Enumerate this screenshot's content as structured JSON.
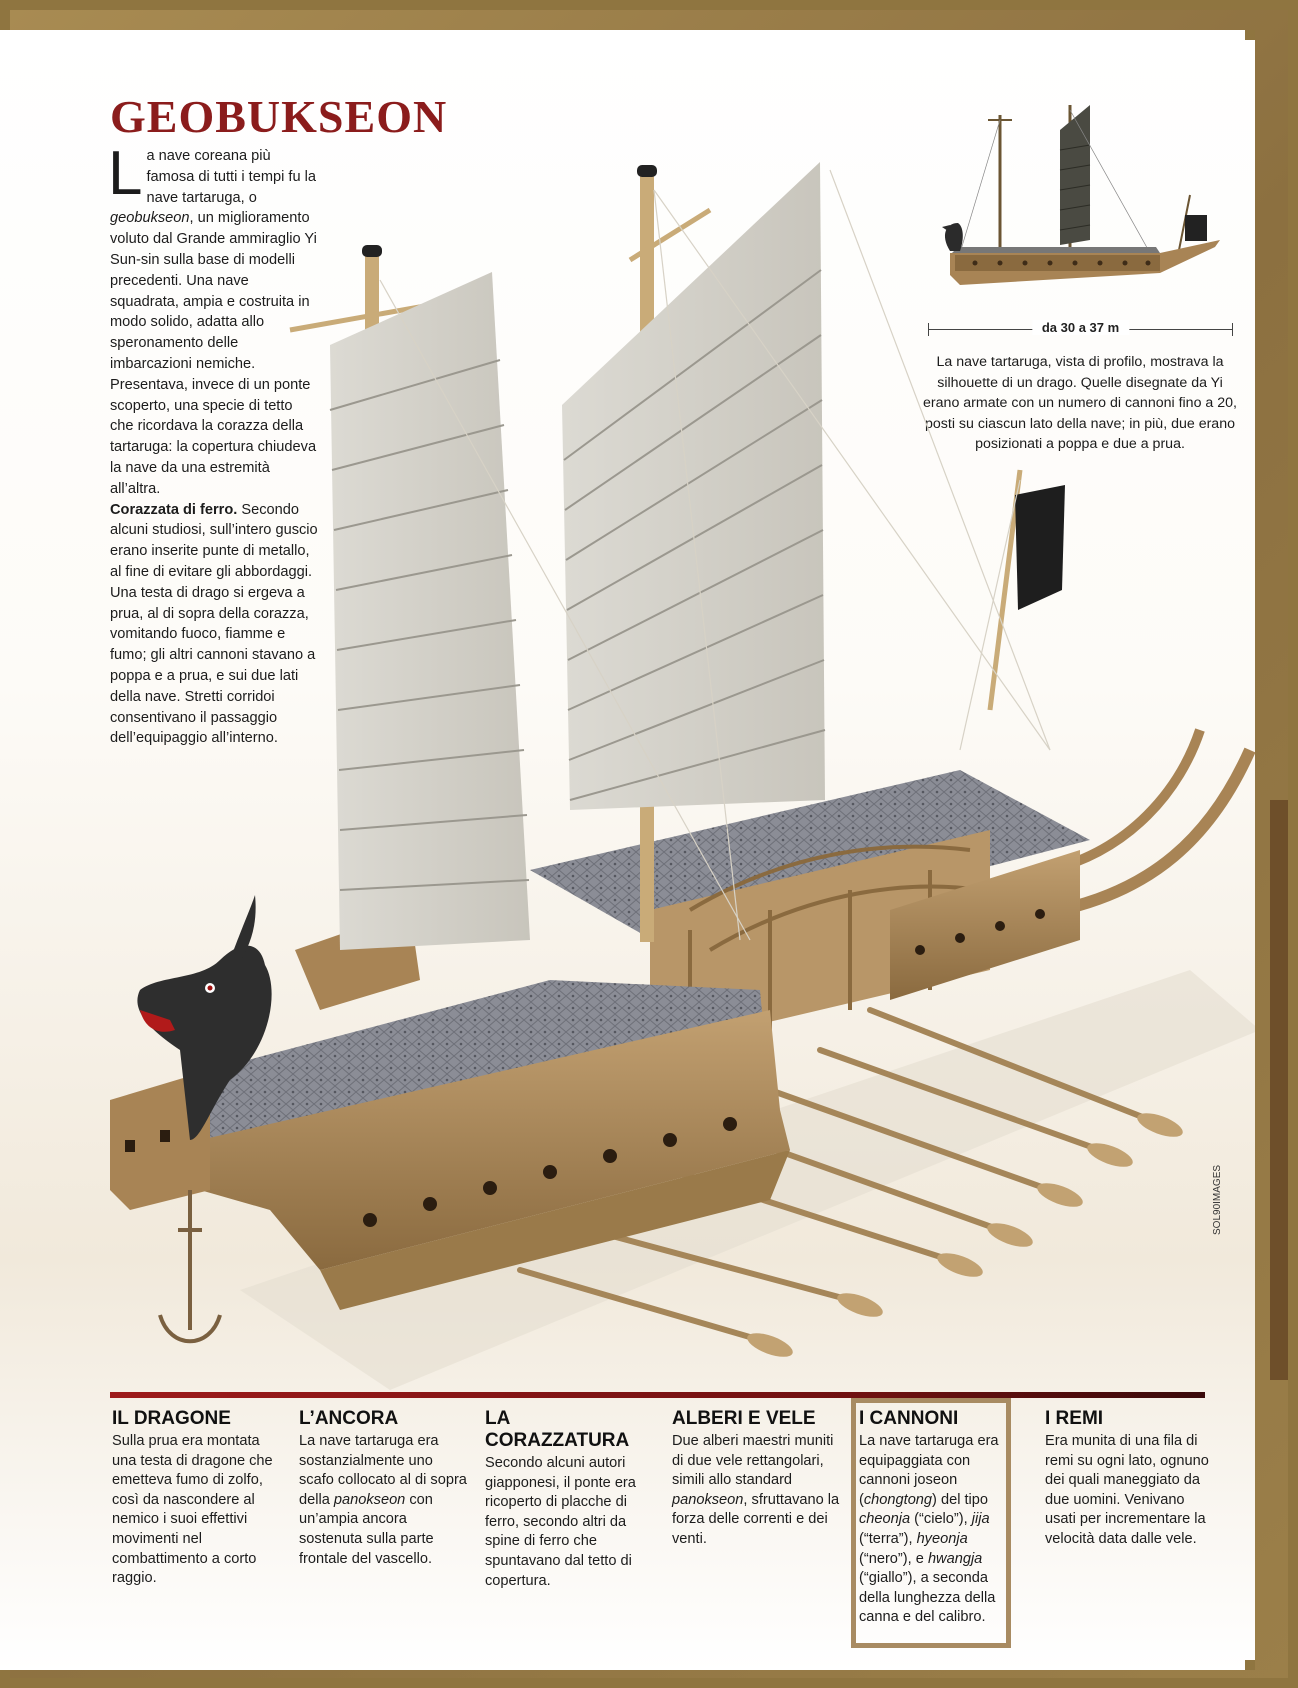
{
  "article": {
    "title": "GEOBUKSEON",
    "intro_dropcap": "L",
    "intro_part1": "a nave coreana più famosa di tutti i tempi fu la nave tartaruga, o ",
    "intro_em": "geobukseon",
    "intro_part2": ", un miglioramento voluto dal Grande ammiraglio Yi Sun-sin sulla base di modelli precedenti. Una nave squadrata, ampia e costruita in modo solido, adatta allo speronamento delle imbarcazioni nemiche. Presentava, invece di un ponte scoperto, una specie di tetto che ricordava la corazza della tartaruga: la copertura chiudeva la nave da una estremità all’altra.",
    "intro_bold": "Corazzata di ferro.",
    "intro_part3": " Secondo alcuni studiosi, sull’intero guscio erano inserite punte di metallo, al fine di evitare gli abbordaggi. Una testa di drago si ergeva a prua, al di sopra della corazza, vomitando fuoco, fiamme e fumo; gli altri cannoni stavano a poppa e a prua, e sui due lati della nave. Stretti corridoi consentivano il passaggio dell’equipaggio all’interno."
  },
  "profile": {
    "measure": "da 30 a 37 m",
    "caption": "La nave tartaruga, vista di profilo, mostrava la silhouette di un drago. Quelle disegnate da Yi erano armate con un numero di cannoni fino a 20, posti su ciascun lato della nave; in più, due erano posizionati a poppa e due a prua."
  },
  "credit": "SOL90IMAGES",
  "sections": [
    {
      "title": "IL DRAGONE",
      "text": "Sulla prua era montata una testa di dragone che emetteva fumo di zolfo, così da nascondere al nemico i suoi effettivi movimenti nel combattimento a corto raggio."
    },
    {
      "title": "L’ANCORA",
      "text_a": "La nave tartaruga era sostanzialmente uno scafo collocato al di sopra della ",
      "text_em": "panokseon",
      "text_b": " con un’ampia ancora sostenuta sulla parte frontale del vascello."
    },
    {
      "title": "LA CORAZZATURA",
      "text": "Secondo alcuni autori giapponesi, il ponte era ricoperto di placche di ferro, secondo altri da spine di ferro che spuntavano dal tetto di copertura."
    },
    {
      "title": "ALBERI E VELE",
      "text_a": "Due alberi maestri muniti di due vele rettangolari, simili allo standard ",
      "text_em": "panokseon",
      "text_b": ", sfruttavano la forza delle correnti e dei venti."
    },
    {
      "title": "I CANNONI",
      "t1": "La nave tartaruga era equipaggiata con cannoni joseon (",
      "e1": "chongtong",
      "t2": ") del tipo ",
      "e2": "cheonja",
      "t3": " (“cielo”), ",
      "e3": "jija",
      "t4": " (“terra”), ",
      "e4": "hyeonja",
      "t5": " (“nero”), e ",
      "e5": "hwangja",
      "t6": " (“giallo”), a seconda della lunghezza della canna e del calibro."
    },
    {
      "title": "I REMI",
      "text": "Era munita di una fila di remi su ogni lato, ognuno dei quali maneggiato da due uomini. Venivano usati per incrementare la velocità data dalle vele."
    }
  ]
}
